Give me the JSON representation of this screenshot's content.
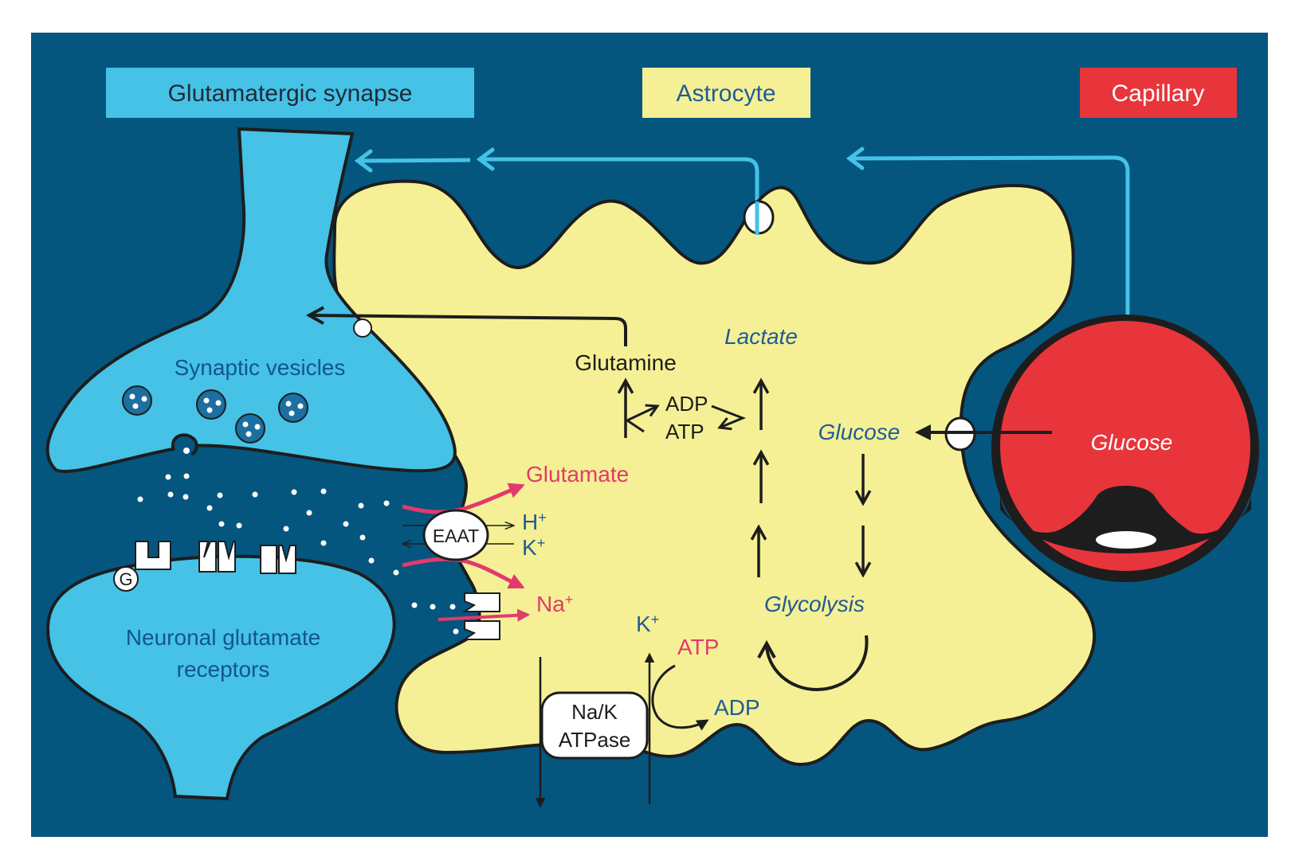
{
  "colors": {
    "background": "#04567f",
    "synapse": "#45c2e6",
    "astrocyte": "#f5f095",
    "capillary": "#e8353b",
    "outline": "#1d1d1d",
    "blue_text": "#1f5c96",
    "dark_blue_text": "#12558f",
    "pink": "#e23a6d",
    "flow_line": "#45c2e6",
    "white": "#ffffff"
  },
  "headers": {
    "synapse": "Glutamatergic synapse",
    "astrocyte": "Astrocyte",
    "capillary": "Capillary"
  },
  "neuron": {
    "presynaptic_label": "Synaptic vesicles",
    "postsynaptic_label_line1": "Neuronal glutamate",
    "postsynaptic_label_line2": "receptors",
    "g_protein_label": "G"
  },
  "astrocyte": {
    "glutamine": "Glutamine",
    "lactate": "Lactate",
    "adp_top": "ADP",
    "atp_top": "ATP",
    "glucose_internal": "Glucose",
    "glycolysis": "Glycolysis",
    "glutamate": "Glutamate",
    "h_ion": "H+",
    "k_ion_eaat": "K+",
    "na_ion": "Na+",
    "k_ion_pump": "K+",
    "atp_pump": "ATP",
    "adp_pump": "ADP",
    "eaat_label": "EAAT",
    "pump_line1": "Na/K",
    "pump_line2": "ATPase"
  },
  "capillary": {
    "glucose": "Glucose"
  }
}
